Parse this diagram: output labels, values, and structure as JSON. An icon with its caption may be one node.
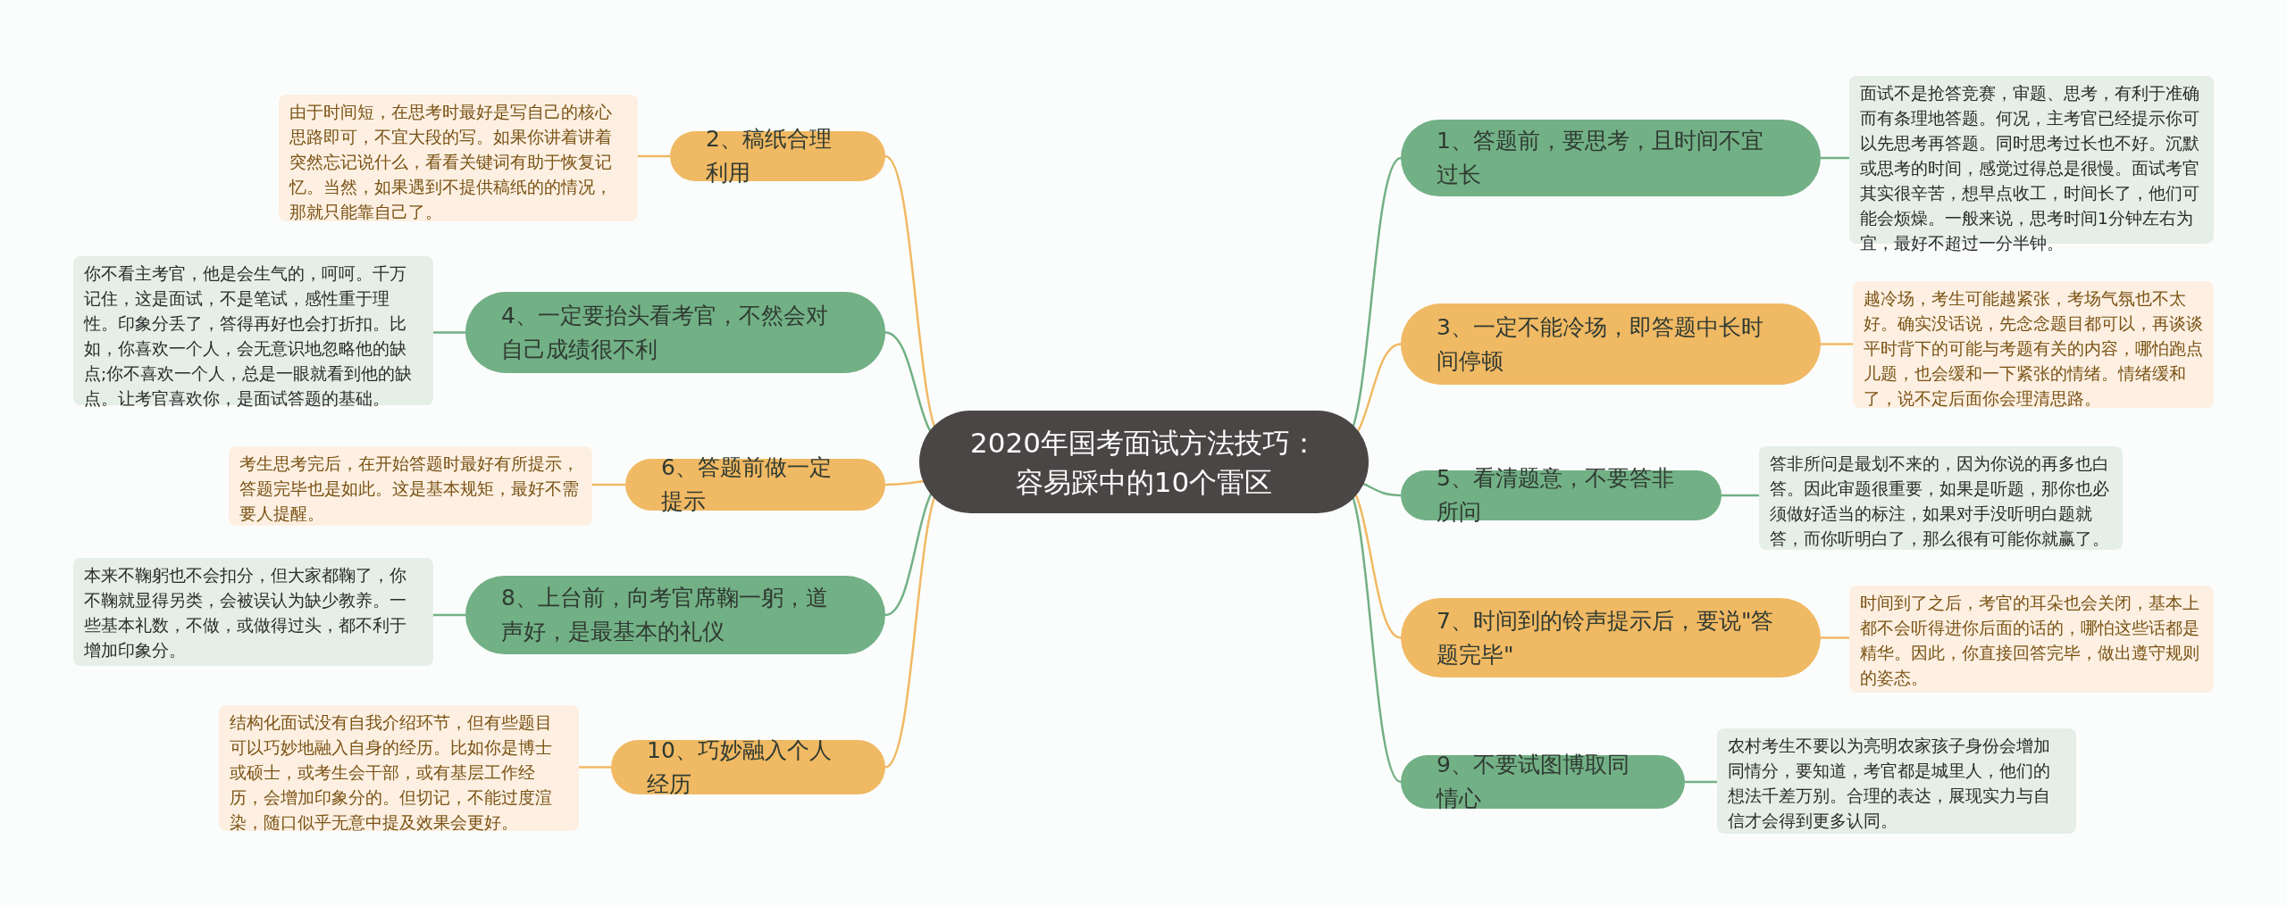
{
  "diagram": {
    "nodes": [
      {
        "text": [
          "2020年国考面试方法技巧：容易踩中的10个雷区"
        ]
      },
      {
        "text": [
          "1、答题前，要思考，且时间不宜过长"
        ]
      },
      {
        "text": [
          "面试不是抢答竞赛，审题、思考，有利于准确而有条理地答题。何况，主考官已经提示你可以先思考再答题。同时思考过长也不好。沉默或思考的时间，感觉过得总是很慢。面试考官其实很辛苦，想早点收工，时间长了，他们可能会烦燥。一般来说，思考时间1分钟左右为宜，最好不超过一分半钟。"
        ]
      },
      {
        "text": [
          "2、稿纸合理利用"
        ]
      },
      {
        "text": [
          "由于时间短，在思考时最好是写自己的核心思路即可，不宜大段的写。如果你讲着讲着突然忘记说什么，看看关键词有助于恢复记忆。当然，如果遇到不提供稿纸的的情况，那就只能靠自己了。"
        ]
      },
      {
        "text": [
          "3、一定不能冷场，即答题中长时间停顿"
        ]
      },
      {
        "text": [
          "越冷场，考生可能越紧张，考场气氛也不太好。确实没话说，先念念题目都可以，再谈谈平时背下的可能与考题有关的内容，哪怕跑点儿题，也会缓和一下紧张的情绪。情绪缓和了，说不定后面你会理清思路。"
        ]
      },
      {
        "text": [
          "4、一定要抬头看考官，不然会对自己成绩很不利"
        ]
      },
      {
        "text": [
          "你不看主考官，他是会生气的，呵呵。千万记住，这是面试，不是笔试，感性重于理性。印象分丢了，答得再好也会打折扣。比如，你喜欢一个人，会无意识地忽略他的缺点;你不喜欢一个人，总是一眼就看到他的缺点。让考官喜欢你，是面试答题的基础。"
        ]
      },
      {
        "text": [
          "5、看清题意，不要答非所问"
        ]
      },
      {
        "text": [
          "答非所问是最划不来的，因为你说的再多也白答。因此审题很重要，如果是听题，那你也必须做好适当的标注，如果对手没听明白题就答，而你听明白了，那么很有可能你就赢了。"
        ]
      },
      {
        "text": [
          "6、答题前做一定提示"
        ]
      },
      {
        "text": [
          "考生思考完后，在开始答题时最好有所提示，答题完毕也是如此。这是基本规矩，最好不需要人提醒。"
        ]
      },
      {
        "text": [
          "7、时间到的铃声提示后，要说\"答题完毕\""
        ]
      },
      {
        "text": [
          "时间到了之后，考官的耳朵也会关闭，基本上都不会听得进你后面的话的，哪怕这些话都是精华。因此，你直接回答完毕，做出遵守规则的姿态。"
        ]
      },
      {
        "text": [
          "8、上台前，向考官席鞠一躬，道声好，是最基本的礼仪"
        ]
      },
      {
        "text": [
          "本来不鞠躬也不会扣分，但大家都鞠了，你不鞠就显得另类，会被误认为缺少教养。一些基本礼数，不做，或做得过头，都不利于增加印象分。"
        ]
      },
      {
        "text": [
          "9、不要试图博取同情心"
        ]
      },
      {
        "text": [
          "农村考生不要以为亮明农家孩子身份会增加同情分，要知道，考官都是城里人，他们的想法千差万别。合理的表达，展现实力与自信才会得到更多认同。"
        ]
      },
      {
        "text": [
          "10、巧妙融入个人经历"
        ]
      },
      {
        "text": [
          "结构化面试没有自我介绍环节，但有些题目可以巧妙地融入自身的经历。比如你是博士或硕士，或考生会干部，或有基层工作经历，会增加印象分的。但切记，不能过度渲染，随口似乎无意中提及效果会更好。"
        ]
      }
    ],
    "edges": [
      {
        "from": 0,
        "to": 1,
        "arrow": "none"
      },
      {
        "from": 1,
        "to": 2,
        "arrow": "none"
      },
      {
        "from": 0,
        "to": 3,
        "arrow": "none",
        "color": "#f0b963"
      },
      {
        "from": 3,
        "to": 4,
        "arrow": "none",
        "color": "#f0b963"
      },
      {
        "from": 0,
        "to": 5,
        "arrow": "none",
        "color": "#f0b963"
      },
      {
        "from": 5,
        "to": 6,
        "arrow": "none",
        "color": "#f0b963"
      },
      {
        "from": 0,
        "to": 7,
        "arrow": "none"
      },
      {
        "from": 7,
        "to": 8,
        "arrow": "none"
      },
      {
        "from": 0,
        "to": 9,
        "arrow": "none"
      },
      {
        "from": 9,
        "to": 10,
        "arrow": "none"
      },
      {
        "from": 0,
        "to": 11,
        "arrow": "none",
        "color": "#f0b963"
      },
      {
        "from": 11,
        "to": 12,
        "arrow": "none",
        "color": "#f0b963"
      },
      {
        "from": 0,
        "to": 13,
        "arrow": "none",
        "color": "#f0b963"
      },
      {
        "from": 13,
        "to": 14,
        "arrow": "none",
        "color": "#f0b963"
      },
      {
        "from": 0,
        "to": 15,
        "arrow": "none"
      },
      {
        "from": 15,
        "to": 16,
        "arrow": "none"
      },
      {
        "from": 0,
        "to": 17,
        "arrow": "none"
      },
      {
        "from": 17,
        "to": 18,
        "arrow": "none"
      },
      {
        "from": 0,
        "to": 19,
        "arrow": "none",
        "color": "#f0b963"
      },
      {
        "from": 19,
        "to": 20,
        "arrow": "none",
        "color": "#f0b963"
      }
    ]
  }
}
